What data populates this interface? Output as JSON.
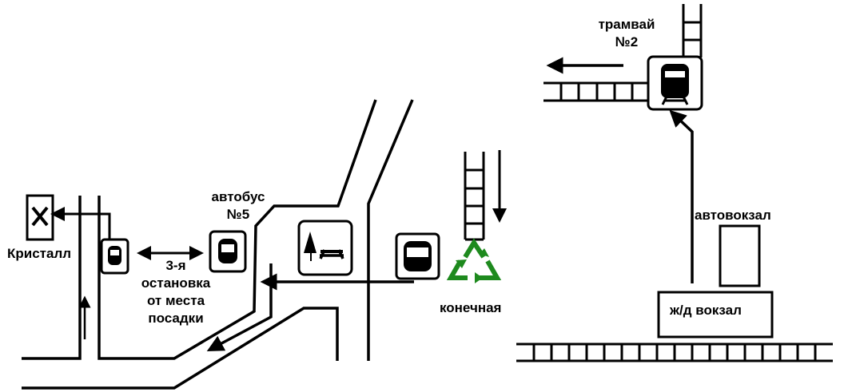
{
  "labels": {
    "kristall": "Кристалл",
    "bus5_line1": "автобус",
    "bus5_line2": "№5",
    "stop_line1": "3-я",
    "stop_line2": "остановка",
    "stop_line3": "от места",
    "stop_line4": "посадки",
    "terminal": "конечная",
    "tram_line1": "трамвай",
    "tram_line2": "№2",
    "bus_station": "автовокзал",
    "railway_station": "ж/д вокзал"
  },
  "colors": {
    "line": "#000000",
    "recycle": "#1e8a1e"
  },
  "icons": [
    "bus-stop-icon",
    "picnic-area-icon",
    "tram-stop-icon",
    "recycle-icon",
    "cross-icon"
  ]
}
